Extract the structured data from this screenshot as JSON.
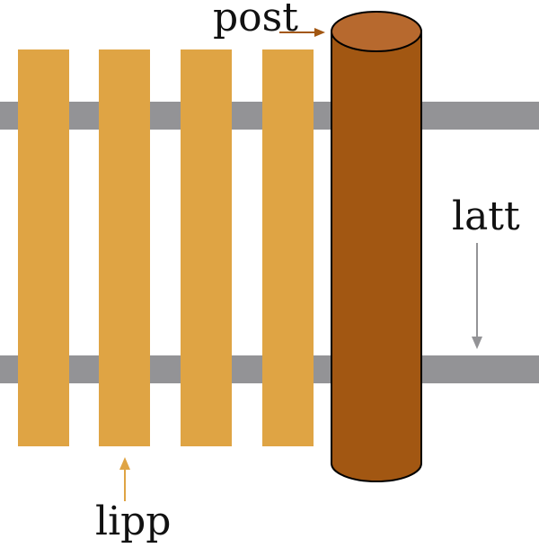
{
  "labels": {
    "post": "post",
    "latt": "latt",
    "lipp": "lipp"
  },
  "colors": {
    "picket": "#DFA444",
    "rail": "#939396",
    "post_body": "#A25712",
    "post_top": "#B7692E",
    "post_arrow": "#A25712",
    "latt_arrow": "#939396",
    "lipp_arrow": "#DFA444",
    "text": "#111111",
    "outline": "#000000"
  }
}
